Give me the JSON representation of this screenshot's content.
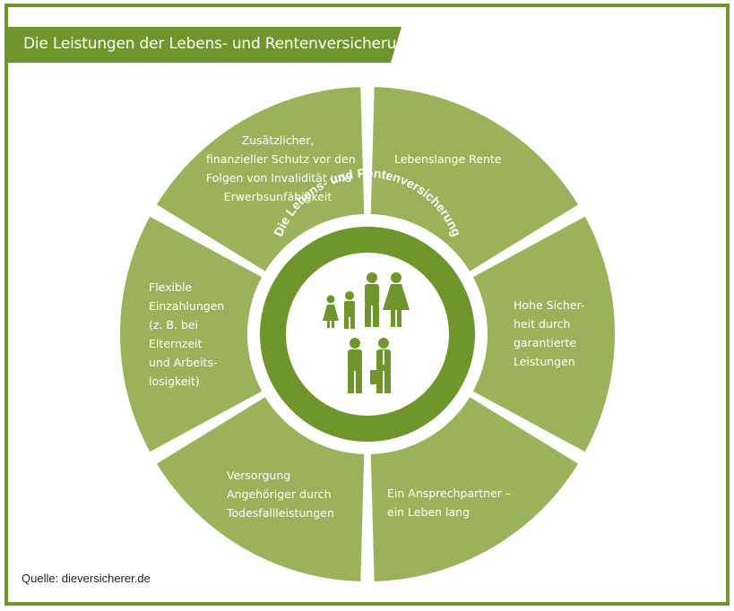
{
  "header": {
    "title": "Die Leistungen der Lebens- und Rentenversicherung"
  },
  "center": {
    "ring_label": "Die Lebens- und Rentenversicherung"
  },
  "segments": {
    "protection": [
      "Zusätzlicher,",
      "finanzieller Schutz vor den",
      "Folgen von Invalidität und",
      "Erwerbsunfähigkeit"
    ],
    "pension": [
      "Lebenslange Rente"
    ],
    "security": [
      "Hohe Sicher-",
      "heit durch",
      "garantierte",
      "Leistungen"
    ],
    "contact": [
      "Ein Ansprechpartner –",
      "ein Leben lang"
    ],
    "dependents": [
      "Versorgung",
      "Angehöriger durch",
      "Todesfallleistungen"
    ],
    "flexible": [
      "Flexible",
      "Einzahlungen",
      "(z. B.  bei",
      "Elternzeit",
      "und Arbeits-",
      "losigkeit)"
    ]
  },
  "footer": {
    "source": "Quelle: dieversicherer.de"
  },
  "icons": [
    "family-icon",
    "business-people-icon"
  ],
  "colors": {
    "frame": "#6f962b",
    "segment": "#9ab35a",
    "ring": "#6f962b",
    "figures": "#6f962b"
  }
}
